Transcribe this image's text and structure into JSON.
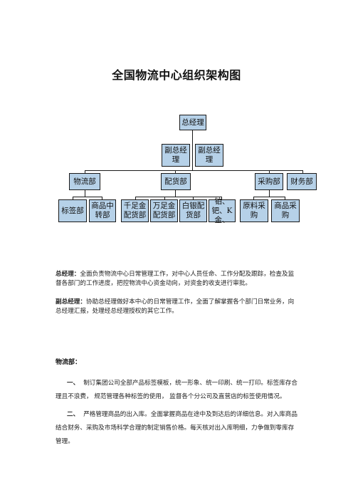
{
  "title": "全国物流中心组织架构图",
  "org": {
    "gm": "总经理",
    "deputy1": "副总经理",
    "deputy2": "副总经理",
    "departments": [
      "物流部",
      "配货部",
      "采购部",
      "财务部"
    ],
    "logistics_subs": [
      "标签部",
      "商品中转部"
    ],
    "distribution_subs": [
      "千足金配货部",
      "万足金配货部",
      "白银配货部",
      "铂、钯、K金、"
    ],
    "purchase_subs": [
      "原料采购",
      "商品采购"
    ]
  },
  "paragraphs": {
    "gm_label": "总经理：",
    "gm_text": "全面负责物流中心日常管理工作，对中心人员任命、工作分配及跟踪，检查及监督各部门的工作进度，把控物流中心资金动向，对资金的收支进行审批。",
    "deputy_label": "副总经理：",
    "deputy_text": "协助总经理做好本中心的日常管理工作，全面了解掌握各个部门日常业务，向总经理汇报，处理经总经理授权的其它工作。"
  },
  "logistics_section": {
    "heading": "物流部：",
    "items": [
      {
        "num": "一、",
        "text": "制订集团公司全部产品标签模板，统一形象、统一印刷、统一打印。标签库存合理且不浪费， 规范管理各种标签的使用， 监督各个分公司及直营店的标签使用情况。"
      },
      {
        "num": "二、",
        "text": "严格管理商品的出入库。全面掌握商品在途中及到达后的详细信息。对入库商品结合财务、采购及市场科学合理的制定销售价格。每天核对出入库明细，力争做到零库存管理。"
      }
    ]
  }
}
